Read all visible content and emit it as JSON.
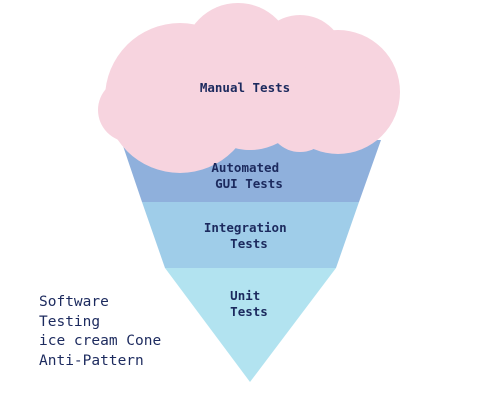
{
  "diagram": {
    "title_lines": [
      "Software",
      "Testing",
      "ice cream Cone",
      "Anti-Pattern"
    ],
    "scoop": {
      "label": "Manual Tests",
      "color": "#f7d4df"
    },
    "layers": [
      {
        "lines": [
          "Automated",
          "GUI Tests"
        ],
        "color": "#8fb0dc"
      },
      {
        "lines": [
          "Integration",
          "Tests"
        ],
        "color": "#9fcde9"
      },
      {
        "lines": [
          "Unit",
          "Tests"
        ],
        "color": "#b2e3f0"
      }
    ],
    "text_color": "#1c2a5e"
  }
}
